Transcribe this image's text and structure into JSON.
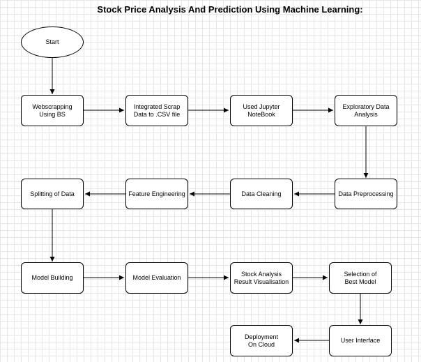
{
  "title": "Stock Price Analysis And Prediction Using Machine Learning:",
  "nodes": {
    "start": "Start",
    "webscrapping": "Webscrapping\nUsing BS",
    "integrated": "Integrated Scrap\nData to .CSV file",
    "jupyter": "Used Jupyter\nNoteBook",
    "eda": "Exploratory Data\nAnalysis",
    "preprocessing": "Data Preprocessing",
    "cleaning": "Data Cleaning",
    "feature": "Feature Engineering",
    "splitting": "Splitting of Data",
    "building": "Model Building",
    "evaluation": "Model Evaluation",
    "visualisation": "Stock Analysis\nResult Visualisation",
    "selection": "Selection of\nBest Model",
    "ui": "User Interface",
    "deployment": "Deployment\nOn Cloud"
  }
}
